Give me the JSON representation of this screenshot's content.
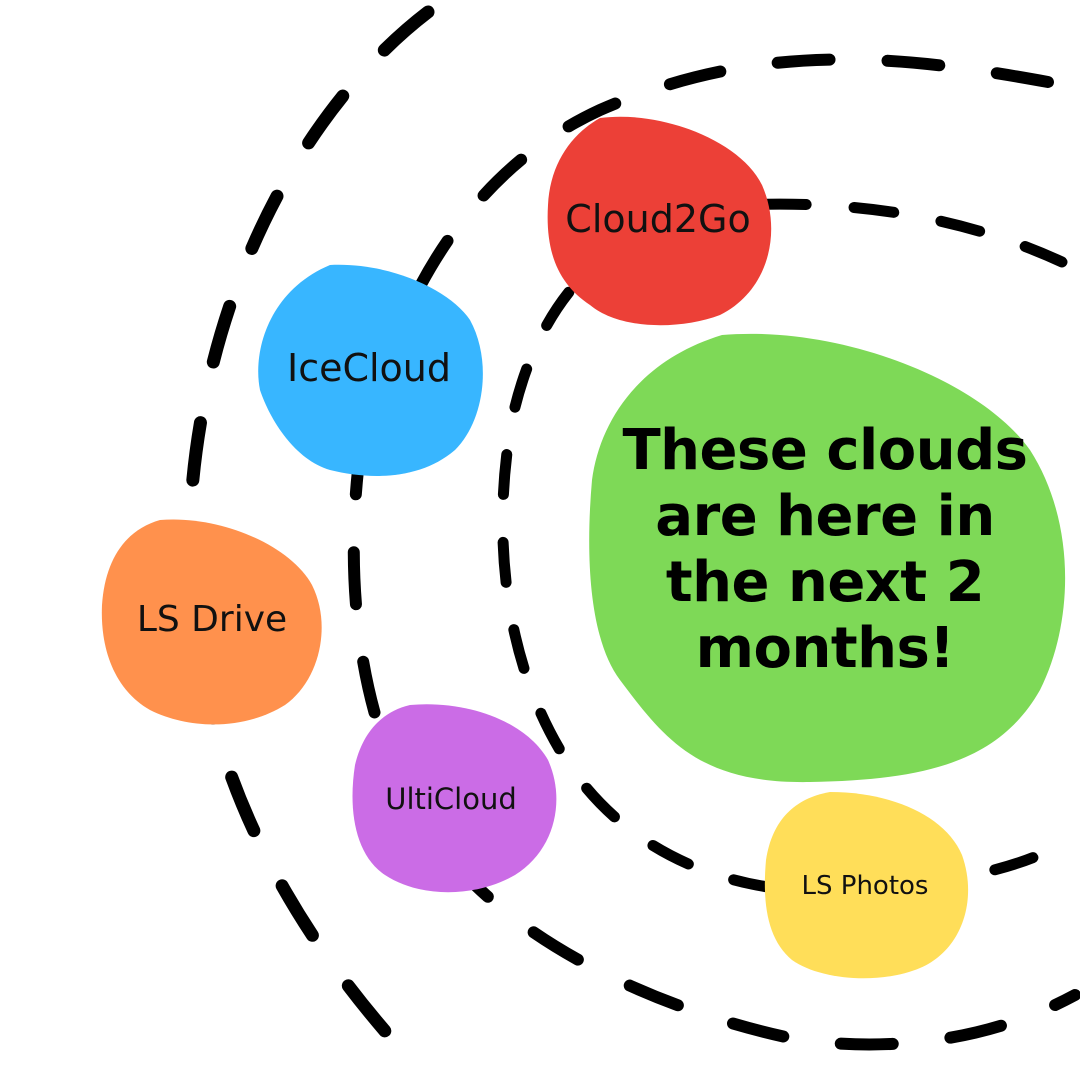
{
  "headline": "These clouds are here in the next 2 months!",
  "clouds": [
    {
      "key": "cloud2go",
      "label": "Cloud2Go",
      "color": "#ec4037"
    },
    {
      "key": "icecloud",
      "label": "IceCloud",
      "color": "#38b6ff"
    },
    {
      "key": "lsdrive",
      "label": "LS Drive",
      "color": "#ff914d"
    },
    {
      "key": "ulticloud",
      "label": "UltiCloud",
      "color": "#cb6ce6"
    },
    {
      "key": "lsphotos",
      "label": "LS Photos",
      "color": "#ffde59"
    }
  ],
  "center_color": "#7ed957",
  "ring_color": "#000000"
}
